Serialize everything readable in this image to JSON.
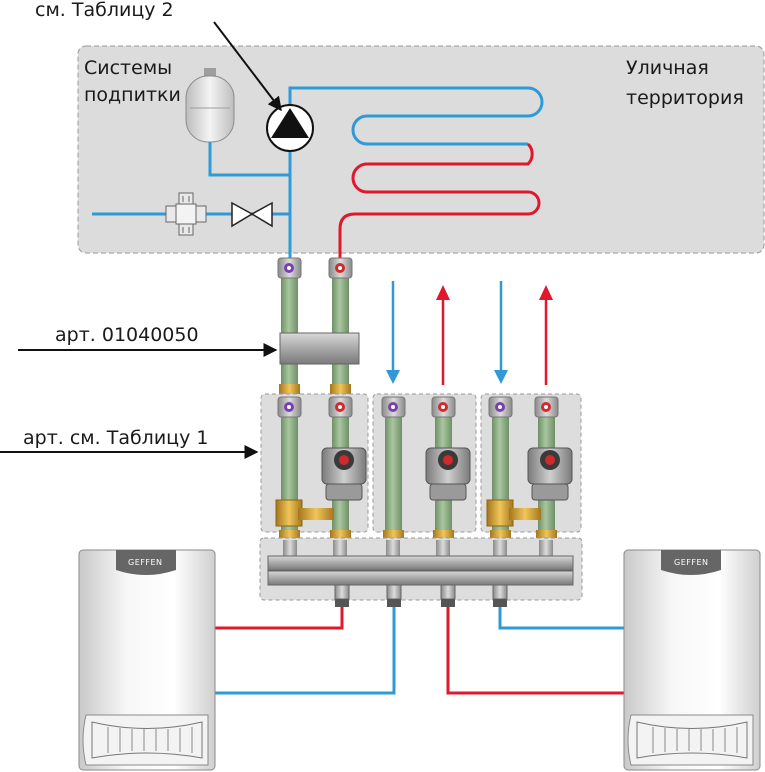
{
  "labels": {
    "see_table_2": "см. Таблицу 2",
    "makeup_systems_line1": "Системы",
    "makeup_systems_line2": "подпитки",
    "outdoor_area_line1": "Уличная",
    "outdoor_area_line2": "территория",
    "art_01040050": "арт. 01040050",
    "art_see_table_1": "арт. см. Таблицу 1"
  },
  "boilers": {
    "brand": "GEFFEN"
  },
  "colors": {
    "supply": "#e0182d",
    "return": "#2f9ad6",
    "pipe": "#8fae86",
    "zone": "#dcdcdc",
    "leader": "#111111"
  }
}
